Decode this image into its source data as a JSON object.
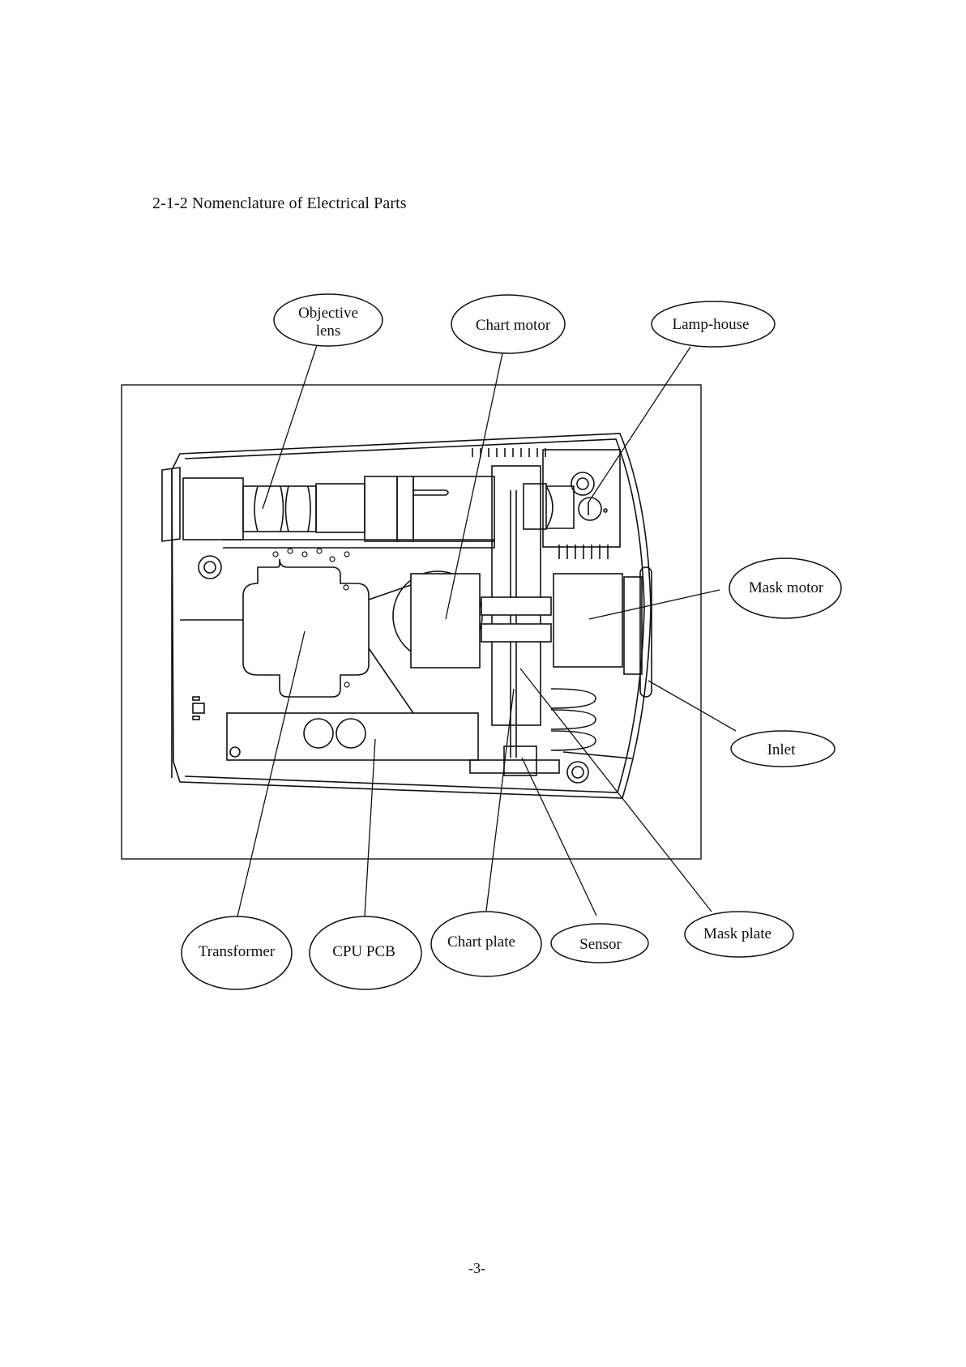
{
  "document": {
    "section_heading": "2-1-2 Nomenclature of Electrical Parts",
    "page_number": "-3-"
  },
  "diagram": {
    "type": "labeled-parts-diagram",
    "subject": "Electrical parts (top view, cover removed)",
    "callouts": [
      {
        "id": "objective-lens",
        "label_lines": [
          "Objective",
          "lens"
        ]
      },
      {
        "id": "chart-motor",
        "label_lines": [
          "Chart motor"
        ]
      },
      {
        "id": "lamp-house",
        "label_lines": [
          "Lamp-house"
        ]
      },
      {
        "id": "mask-motor",
        "label_lines": [
          "Mask motor"
        ]
      },
      {
        "id": "inlet",
        "label_lines": [
          "Inlet"
        ]
      },
      {
        "id": "transformer",
        "label_lines": [
          "Transformer"
        ]
      },
      {
        "id": "cpu-pcb",
        "label_lines": [
          "CPU PCB"
        ]
      },
      {
        "id": "chart-plate",
        "label_lines": [
          "Chart plate"
        ]
      },
      {
        "id": "sensor",
        "label_lines": [
          "Sensor"
        ]
      },
      {
        "id": "mask-plate",
        "label_lines": [
          "Mask plate"
        ]
      }
    ]
  }
}
